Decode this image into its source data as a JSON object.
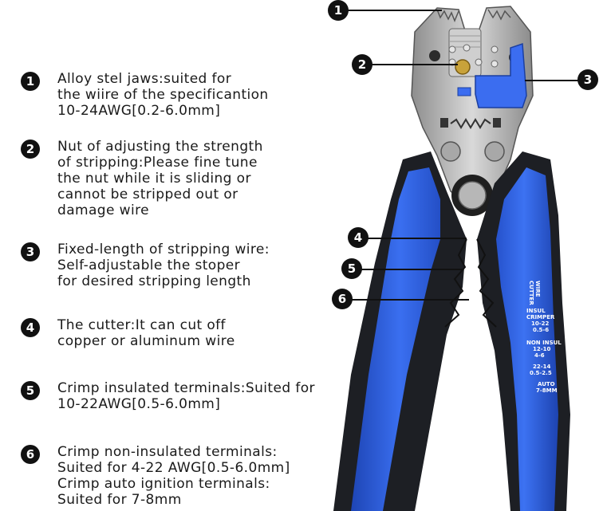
{
  "features": [
    {
      "number": "1",
      "lines": [
        "Alloy stel jaws:suited for",
        "the wiire of the specificantion",
        "10-24AWG[0.2-6.0mm]"
      ]
    },
    {
      "number": "2",
      "lines": [
        "Nut of adjusting the strength",
        "of stripping:Please fine tune",
        "the nut while it is sliding or",
        "cannot be stripped out or",
        "damage wire"
      ]
    },
    {
      "number": "3",
      "lines": [
        "Fixed-length of stripping wire:",
        "Self-adjustable the stoper",
        "for desired stripping length"
      ]
    },
    {
      "number": "4",
      "lines": [
        "The cutter:It can cut off",
        "copper or aluminum wire"
      ]
    },
    {
      "number": "5",
      "lines": [
        "Crimp insulated terminals:Suited for",
        "10-22AWG[0.5-6.0mm]"
      ]
    },
    {
      "number": "6",
      "lines": [
        "Crimp non-insulated terminals:",
        "Suited for 4-22 AWG[0.5-6.0mm]",
        "Crimp auto ignition terminals:",
        "Suited for 7-8mm"
      ]
    }
  ],
  "callouts": [
    "1",
    "2",
    "3",
    "4",
    "5",
    "6"
  ],
  "handle_markings": {
    "wire_cutter": [
      "WIRE",
      "CUTTER"
    ],
    "insul_crimper": [
      "INSUL",
      "CRIMPER",
      "10-22",
      "0.5-6"
    ],
    "non_insul": [
      "NON INSUL",
      "12-10",
      "4-6"
    ],
    "range": [
      "22-14",
      "0.5-2.5"
    ],
    "auto": [
      "AUTO",
      "7-8MM"
    ]
  },
  "colors": {
    "handle_blue": "#2f5fd8",
    "handle_dark": "#1d1f24",
    "metal": "#b8b8b8",
    "stopper_blue": "#3b6df0",
    "text": "#1a1a1a"
  }
}
